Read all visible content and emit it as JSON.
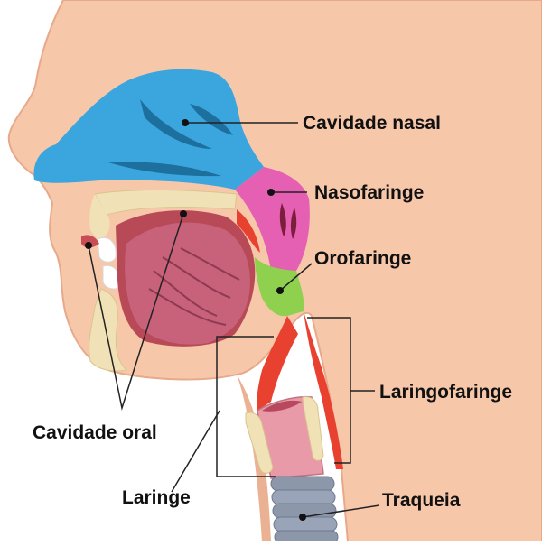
{
  "labels": {
    "cavidade_nasal": "Cavidade nasal",
    "nasofaringe": "Nasofaringe",
    "orofaringe": "Orofaringe",
    "laringofaringe": "Laringofaringe",
    "cavidade_oral": "Cavidade oral",
    "laringe": "Laringe",
    "traqueia": "Traqueia"
  },
  "colors": {
    "skin": "#f7c7a9",
    "skin_outline": "#e8a98a",
    "nasal_cavity": "#3aa6dd",
    "nasal_dark": "#1d6f9e",
    "nasopharynx": "#e55fb2",
    "oropharynx": "#8fd14f",
    "tongue": "#c8617a",
    "bone": "#f0e2b6",
    "throat_red": "#e8412f",
    "larynx": "#e89aa8",
    "trachea": "#8d97aa",
    "leader_line": "#222222",
    "text": "#111111"
  }
}
